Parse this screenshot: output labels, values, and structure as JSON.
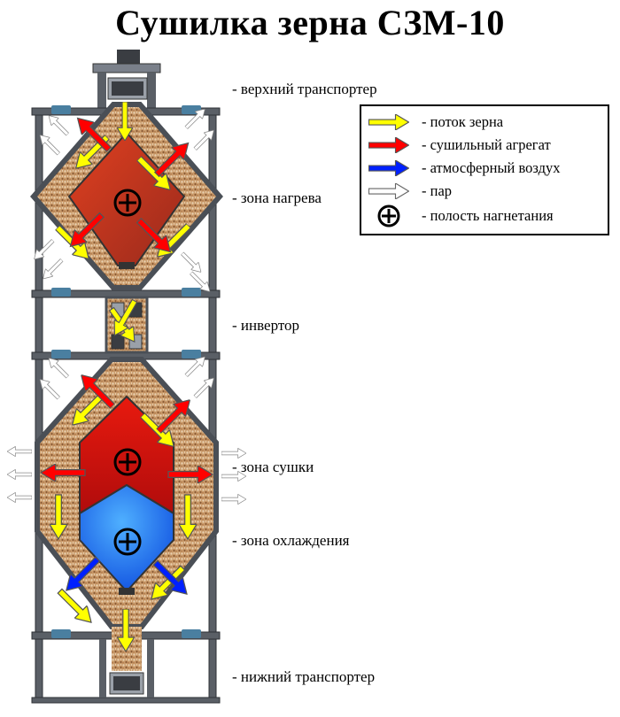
{
  "title": "Сушилка зерна СЗМ-10",
  "labels": {
    "top_conveyor": "- верхний транспортер",
    "heating_zone": "- зона нагрева",
    "inverter": "- инвертор",
    "drying_zone": "- зона сушки",
    "cooling_zone": "- зона охлаждения",
    "bottom_conveyor": "- нижний транспортер"
  },
  "legend": {
    "items": [
      {
        "icon": "yellow-arrow-icon",
        "text": "- поток зерна",
        "color": "#ffff00"
      },
      {
        "icon": "red-arrow-icon",
        "text": "- сушильный агрегат",
        "color": "#ff0000"
      },
      {
        "icon": "blue-arrow-icon",
        "text": "- атмосферный воздух",
        "color": "#0000ff"
      },
      {
        "icon": "white-arrow-icon",
        "text": "- пар",
        "color": "#ffffff"
      },
      {
        "icon": "plus-circle-icon",
        "text": "- полость нагнетания",
        "color": "#000000"
      }
    ]
  },
  "colors": {
    "frame": "#5a5f66",
    "frame_light": "#7a808a",
    "grain": "#c99a6a",
    "heating_chamber": "#c0392b",
    "drying_chamber": "#d40d0d",
    "cooling_chamber": "#1a6fff"
  }
}
